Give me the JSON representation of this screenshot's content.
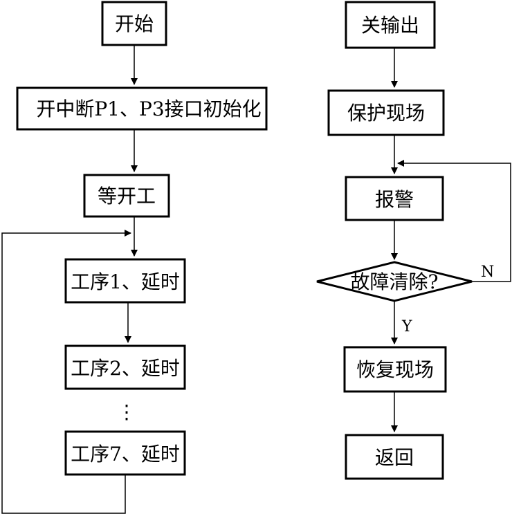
{
  "left_flow": {
    "start": "开始",
    "init": "开中断P1、P3接口初始化",
    "wait": "等开工",
    "step1": "工序1、延时",
    "step2": "工序2、延时",
    "ellipsis": "⋮",
    "step7": "工序7、延时"
  },
  "right_flow": {
    "close_output": "关输出",
    "save_context": "保护现场",
    "alarm": "报警",
    "fault_cleared": "故障清除?",
    "no_label": "N",
    "yes_label": "Y",
    "restore_context": "恢复现场",
    "return": "返回"
  },
  "colors": {
    "stroke": "#000000",
    "background": "#ffffff"
  }
}
